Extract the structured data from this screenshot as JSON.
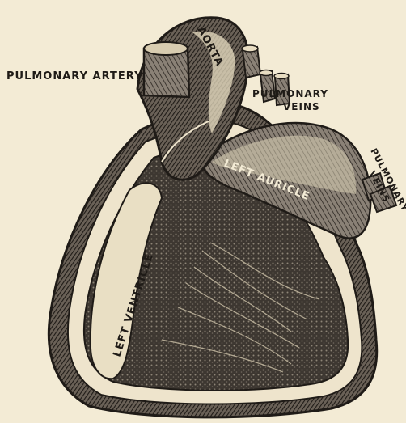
{
  "figure": {
    "colors": {
      "paper": "#f3ebd5",
      "ink": "#1f1b17",
      "shade": "#4a433b",
      "light": "#e8ddc2"
    },
    "labels": {
      "pulmonary_artery": "PULMONARY ARTERY",
      "aorta": "AORTA",
      "pulmonary_veins_top_1": "PULMONARY",
      "pulmonary_veins_top_2": "VEINS",
      "pulmonary_veins_right_1": "PULMONARY",
      "pulmonary_veins_right_2": "VEINS",
      "left_auricle": "LEFT AURICLE",
      "left_ventricle": "LEFT VENTRICLE"
    }
  }
}
